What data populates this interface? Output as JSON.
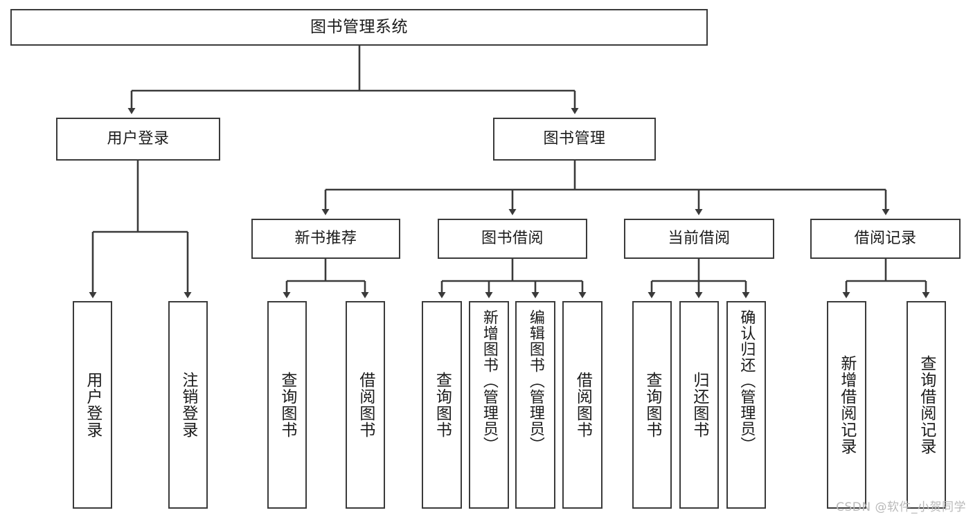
{
  "diagram": {
    "type": "tree-hierarchy",
    "title": "图书管理系统",
    "watermark": "CSDN @软件_小贺同学",
    "stroke_color": "#3a3a3a",
    "background_color": "#ffffff",
    "text_color": "#1b1b1b",
    "watermark_color": "#b9b9b9"
  },
  "nodes": {
    "root": {
      "label": "图书管理系统"
    },
    "level1": [
      {
        "id": "user-login",
        "label": "用户登录"
      },
      {
        "id": "book-manage",
        "label": "图书管理"
      }
    ],
    "level2": [
      {
        "id": "new-book-recommend",
        "label": "新书推荐"
      },
      {
        "id": "book-borrow",
        "label": "图书借阅"
      },
      {
        "id": "current-borrow",
        "label": "当前借阅"
      },
      {
        "id": "borrow-record",
        "label": "借阅记录"
      }
    ],
    "leaves": {
      "user_login": [
        {
          "id": "leaf-user-login",
          "label": "用户登录"
        },
        {
          "id": "leaf-logout-login",
          "label": "注销登录"
        }
      ],
      "new_book_recommend": [
        {
          "id": "leaf-query-book-1",
          "label": "查询图书"
        },
        {
          "id": "leaf-borrow-book-1",
          "label": "借阅图书"
        }
      ],
      "book_borrow": [
        {
          "id": "leaf-query-book-2",
          "label": "查询图书"
        },
        {
          "id": "leaf-add-book-admin",
          "label": "新增图书（管理员）"
        },
        {
          "id": "leaf-edit-book-admin",
          "label": "编辑图书（管理员）"
        },
        {
          "id": "leaf-borrow-book-2",
          "label": "借阅图书"
        }
      ],
      "current_borrow": [
        {
          "id": "leaf-query-book-3",
          "label": "查询图书"
        },
        {
          "id": "leaf-return-book",
          "label": "归还图书"
        },
        {
          "id": "leaf-confirm-return-admin",
          "label": "确认归还（管理员）"
        }
      ],
      "borrow_record": [
        {
          "id": "leaf-add-borrow-record",
          "label": "新增借阅记录"
        },
        {
          "id": "leaf-query-borrow-record",
          "label": "查询借阅记录"
        }
      ]
    }
  }
}
